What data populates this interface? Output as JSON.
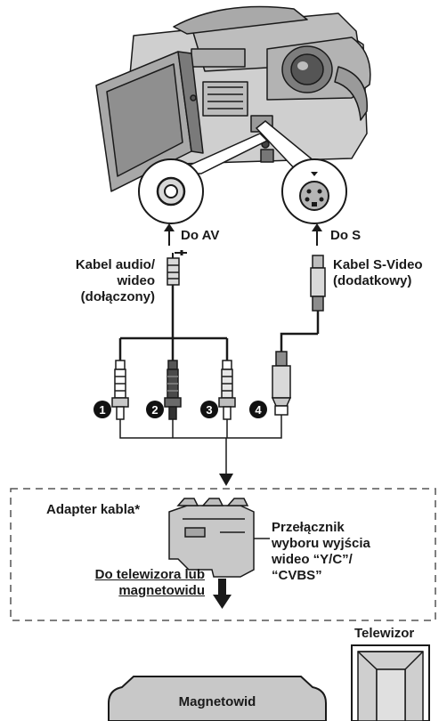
{
  "labels": {
    "do_av": "Do AV",
    "do_s": "Do S",
    "kabel_av": [
      "Kabel audio/",
      "wideo",
      "(dołączony)"
    ],
    "kabel_s": [
      "Kabel S-Video",
      "(dodatkowy)"
    ],
    "adapter": "Adapter kabla*",
    "przelacznik": [
      "Przełącznik",
      "wyboru wyjścia",
      "wideo “Y/C”/",
      "“CVBS”"
    ],
    "do_tv": [
      "Do telewizora lub",
      "magnetowidu"
    ],
    "telewizor": "Telewizor",
    "magnetowid": "Magnetowid"
  },
  "connector_numbers": [
    "1",
    "2",
    "3",
    "4"
  ],
  "colors": {
    "line": "#1a1a1a",
    "device_fill": "#c8c8c8",
    "device_dark": "#8c8c8c",
    "badge": "#111111"
  }
}
